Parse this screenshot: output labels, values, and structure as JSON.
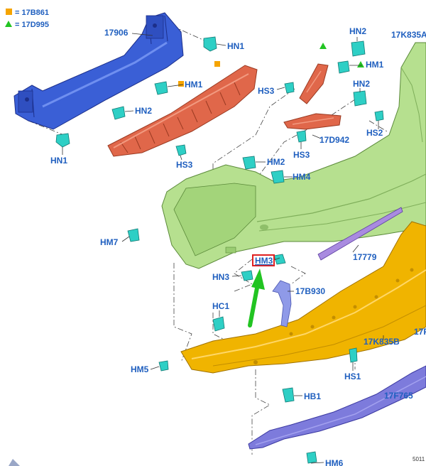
{
  "legend": [
    {
      "symbol": "square",
      "color": "#f5a400",
      "text": "= 17B861"
    },
    {
      "symbol": "triangle",
      "color": "#22c422",
      "text": "= 17D995"
    }
  ],
  "labels": {
    "p17906": "17906",
    "hn1_top": "HN1",
    "hn1_left": "HN1",
    "hm1_left": "HM1",
    "hn2_left": "HN2",
    "hs3_left": "HS3",
    "hn2_top": "HN2",
    "hm1_right": "HM1",
    "p17k835a": "17K835A",
    "hs3_mid": "HS3",
    "hn2_right": "HN2",
    "hs2": "HS2",
    "p17d942": "17D942",
    "hs3_low": "HS3",
    "hm2": "HM2",
    "hm4": "HM4",
    "hm7": "HM7",
    "p17779": "17779",
    "hm3": "HM3",
    "hn3": "HN3",
    "p17b930": "17B930",
    "hc1": "HC1",
    "p17k835b": "17K835B",
    "p17f_cut": "17F",
    "hm5": "HM5",
    "hs1": "HS1",
    "hb1": "HB1",
    "p17f765": "17F765",
    "hm6": "HM6",
    "ref": "5011"
  },
  "colors": {
    "reinforcement": "#3a5fd6",
    "absorber": "#e0674a",
    "cover": "#b6e08f",
    "lower": "#f0b400",
    "spoiler": "#7d7bdc",
    "strip": "#a98be0",
    "highlight": "#e02020",
    "arrow": "#22c422"
  }
}
